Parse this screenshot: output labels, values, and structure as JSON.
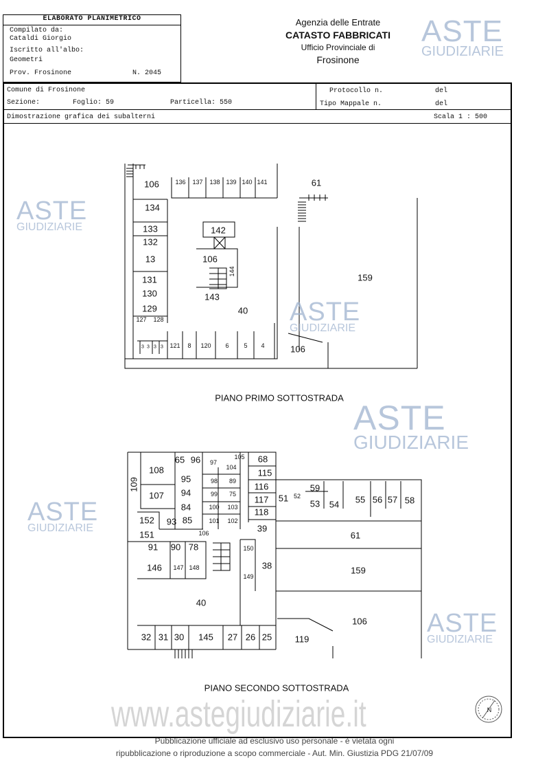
{
  "header": {
    "box_title": "ELABORATO PLANIMETRICO",
    "compilato_label": "Compilato da:",
    "compilato_name": "Cataldi Giorgio",
    "iscritto_label": "Iscritto all'albo:",
    "albo": "Geometri",
    "prov": "Prov. Frosinone",
    "numero": "N. 2045",
    "agency": "Agenzia delle Entrate",
    "catasto": "CATASTO FABBRICATI",
    "ufficio": "Ufficio Provinciale di",
    "city": "Frosinone"
  },
  "info": {
    "comune": "Comune di Frosinone",
    "sezione": "Sezione:",
    "foglio": "Foglio: 59",
    "particella": "Particella: 550",
    "protocollo_label": "Protocollo n.",
    "protocollo_value": "del",
    "tipo_label": "Tipo Mappale n.",
    "tipo_value": "del",
    "dimostrazione": "Dimostrazione grafica dei subalterni",
    "scala": "Scala 1 : 500"
  },
  "floor1": {
    "title": "PIANO PRIMO SOTTOSTRADA",
    "labels": [
      "106",
      "136",
      "137",
      "138",
      "139",
      "140",
      "141",
      "134",
      "133",
      "132",
      "13",
      "131",
      "130",
      "129",
      "127",
      "128",
      "142",
      "106",
      "144",
      "143",
      "40",
      "61",
      "159",
      "106",
      "3",
      "3",
      "3",
      "3",
      "121",
      "8",
      "120",
      "6",
      "5",
      "4"
    ]
  },
  "floor2": {
    "title": "PIANO SECONDO SOTTOSTRADA",
    "labels": [
      "108",
      "65",
      "96",
      "97",
      "104",
      "105",
      "68",
      "115",
      "109",
      "95",
      "107",
      "94",
      "98",
      "89",
      "116",
      "117",
      "59",
      "51",
      "52",
      "53",
      "54",
      "55",
      "56",
      "57",
      "58",
      "84",
      "99",
      "75",
      "100",
      "103",
      "118",
      "152",
      "93",
      "85",
      "101",
      "102",
      "106",
      "39",
      "61",
      "151",
      "91",
      "90",
      "78",
      "150",
      "146",
      "147",
      "148",
      "38",
      "159",
      "149",
      "40",
      "106",
      "32",
      "31",
      "30",
      "145",
      "27",
      "26",
      "25",
      "119"
    ]
  },
  "watermark": {
    "aste": "ASTE",
    "giudiziarie": "GIUDIZIARIE",
    "site": "www.astegiudiziarie.it"
  },
  "compass": "N",
  "footer": {
    "line1": "Pubblicazione ufficiale ad esclusivo uso personale - è vietata ogni",
    "line2": "ripubblicazione o riproduzione a scopo commerciale - Aut. Min. Giustizia PDG 21/07/09"
  }
}
